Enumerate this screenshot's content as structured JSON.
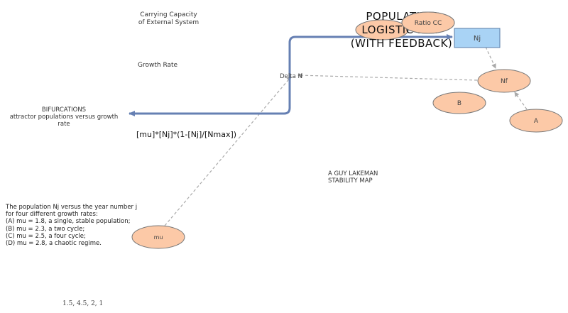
{
  "colors": {
    "ellipse_fill": "#fcc9a7",
    "ellipse_stroke": "#777777",
    "box_fill": "#a9d3f5",
    "box_stroke": "#5a7ea8",
    "flow_line": "#6680b3",
    "dashed_line": "#aaaaaa"
  },
  "labels": {
    "carrying_capacity": [
      "Carrying Capacity",
      "of External System"
    ],
    "growth_rate": "Growth Rate",
    "bifurcations_title": "BIFURCATIONS",
    "bifurcations_sub": [
      "attractor populations versus growth",
      "rate"
    ],
    "equation": "[mu]*[Nj]*(1-[Nj]/[Nmax])",
    "stability_map": [
      "A GUY LAKEMAN",
      "STABILITY MAP"
    ],
    "title": [
      "POPULATION",
      "LOGISTIC MAP",
      "(WITH FEEDBACK)"
    ],
    "delta_n": "Delta N",
    "footer_values": "1.5, 4.5, 2, 1"
  },
  "description": [
    "The population Nj versus the year number j",
    "for four different growth rates:",
    "(A) mu = 1.8, a single, stable population;",
    "(B) mu = 2.3, a two cycle;",
    "(C) mu = 2.5, a four cycle;",
    "(D) mu = 2.8, a chaotic regime."
  ],
  "nodes": {
    "ratio_cc": "Ratio CC",
    "nj": "Nj",
    "nf": "Nf",
    "b": "B",
    "a": "A",
    "mu": "mu"
  }
}
